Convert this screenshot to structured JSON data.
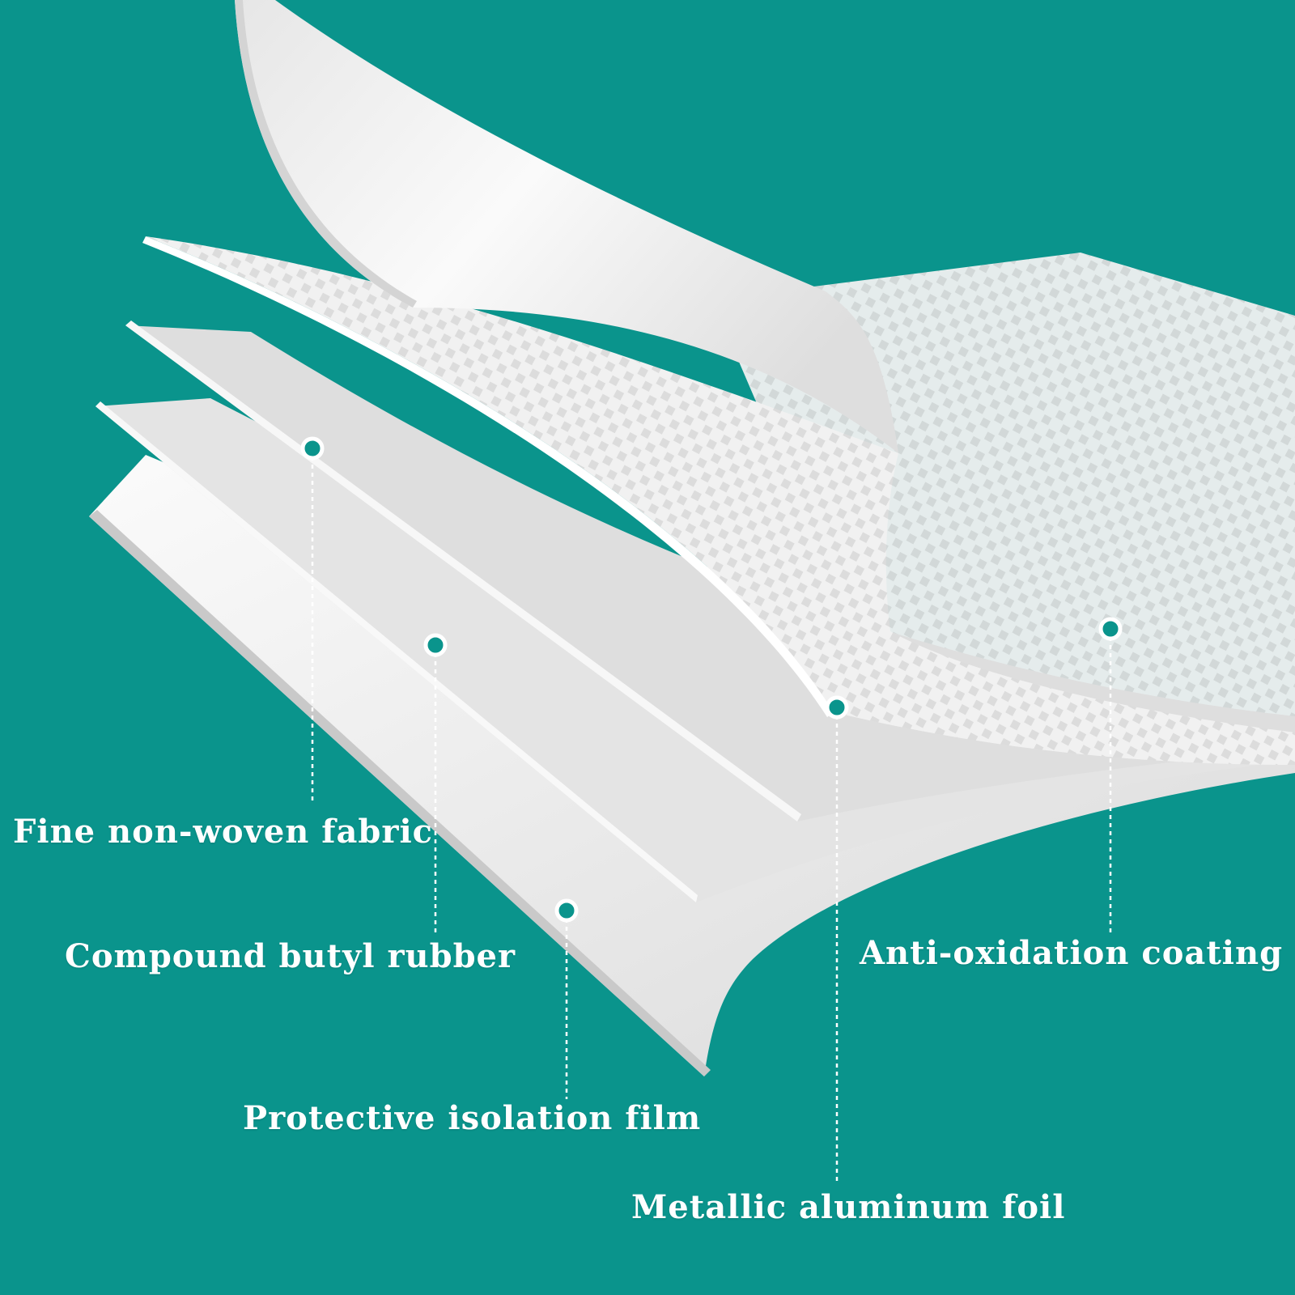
{
  "colors": {
    "background": "#0a948c",
    "sheet": "#f4f4f4",
    "sheet_shade": "#dadada",
    "marker": "#0a948c"
  },
  "labels": {
    "fine_nonwoven_fabric": "Fine non-woven fabric",
    "compound_butyl_rubber": "Compound butyl rubber",
    "protective_isolation_film": "Protective isolation film",
    "anti_oxidation_coating": "Anti-oxidation coating",
    "metallic_aluminum_foil": "Metallic aluminum foil"
  }
}
